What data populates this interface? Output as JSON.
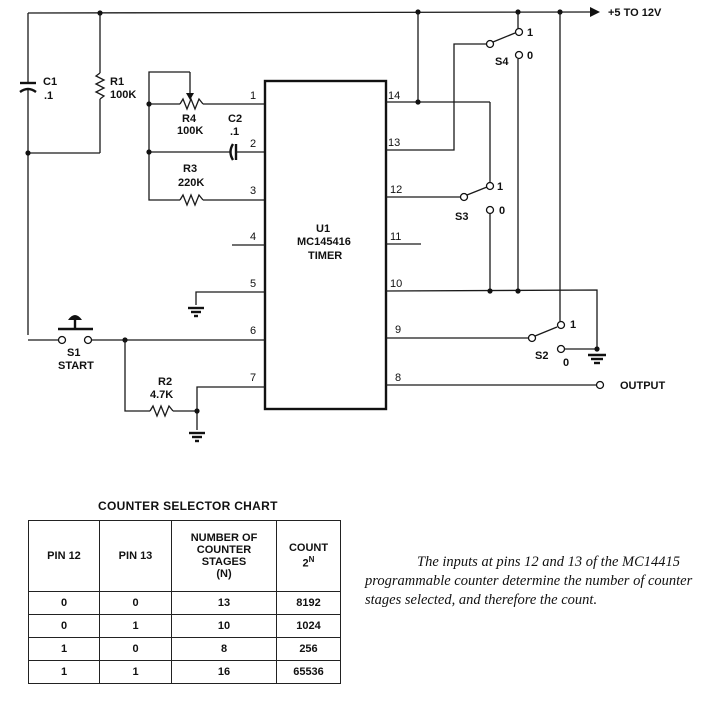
{
  "schematic": {
    "supply_label": "+5 TO 12V",
    "output_label": "OUTPUT",
    "ic": {
      "ref": "U1",
      "part": "MC145416",
      "function": "TIMER"
    },
    "pins": [
      "1",
      "2",
      "3",
      "4",
      "5",
      "6",
      "7",
      "8",
      "9",
      "10",
      "11",
      "12",
      "13",
      "14"
    ],
    "components": {
      "c1": {
        "ref": "C1",
        "value": ".1"
      },
      "r1": {
        "ref": "R1",
        "value": "100K"
      },
      "r4": {
        "ref": "R4",
        "value": "100K"
      },
      "c2": {
        "ref": "C2",
        "value": ".1"
      },
      "r3": {
        "ref": "R3",
        "value": "220K"
      },
      "r2": {
        "ref": "R2",
        "value": "4.7K"
      },
      "s1": {
        "ref": "S1",
        "name": "START"
      },
      "s2": {
        "ref": "S2",
        "pos1": "1",
        "pos0": "0"
      },
      "s3": {
        "ref": "S3",
        "pos1": "1",
        "pos0": "0"
      },
      "s4": {
        "ref": "S4",
        "pos1": "1",
        "pos0": "0"
      }
    }
  },
  "counter_chart": {
    "title": "COUNTER SELECTOR CHART",
    "headers": {
      "pin12": "PIN 12",
      "pin13": "PIN 13",
      "stages": [
        "NUMBER OF",
        "COUNTER",
        "STAGES",
        "(N)"
      ],
      "count": [
        "COUNT",
        "2",
        "N"
      ]
    },
    "rows": [
      [
        "0",
        "0",
        "13",
        "8192"
      ],
      [
        "0",
        "1",
        "10",
        "1024"
      ],
      [
        "1",
        "0",
        "8",
        "256"
      ],
      [
        "1",
        "1",
        "16",
        "65536"
      ]
    ]
  },
  "caption": "The inputs at pins 12 and 13 of the MC14415 programmable counter determine the number of counter stages selected, and therefore the count."
}
